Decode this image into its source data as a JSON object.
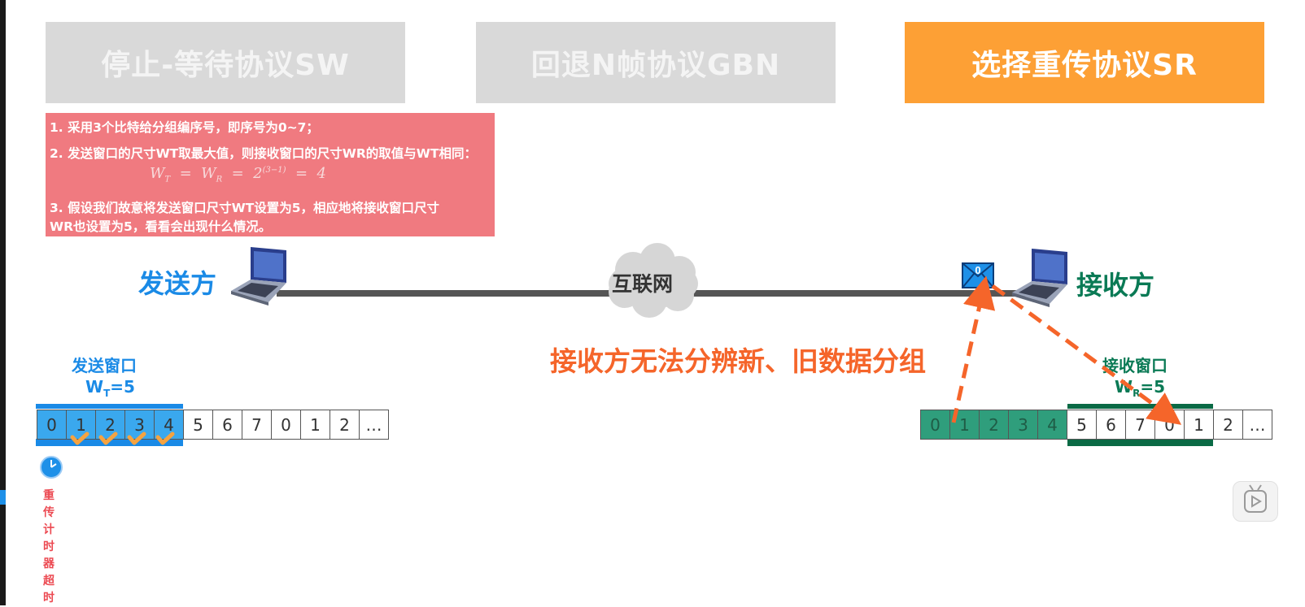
{
  "tabs": [
    {
      "label": "停止-等待协议SW",
      "state": "inactive"
    },
    {
      "label": "回退N帧协议GBN",
      "state": "inactive"
    },
    {
      "label": "选择重传协议SR",
      "state": "active"
    }
  ],
  "notes": {
    "line1": "1. 采用3个比特给分组编序号，即序号为0~7；",
    "line2": "2. 发送窗口的尺寸WT取最大值，则接收窗口的尺寸WR的取值与WT相同：",
    "formula_lhs": "W",
    "formula_t": "T",
    "formula_r": "R",
    "formula_base": "2",
    "formula_exp": "(3−1)",
    "formula_result": "4",
    "line3a": "3. 假设我们故意将发送窗口尺寸WT设置为5，相应地将接收窗口尺寸",
    "line3b": "WR也设置为5，看看会出现什么情况。"
  },
  "network": {
    "sender": "发送方",
    "receiver": "接收方",
    "internet": "互联网",
    "packet_label": "0"
  },
  "send_window": {
    "title": "发送窗口",
    "size_main": "W",
    "size_sub": "T",
    "size_val": "=5",
    "cells": [
      "0",
      "1",
      "2",
      "3",
      "4",
      "5",
      "6",
      "7",
      "0",
      "1",
      "2",
      "…"
    ],
    "sent_count": 5,
    "acked": [
      1,
      2,
      3,
      4
    ]
  },
  "recv_window": {
    "title": "接收窗口",
    "size_main": "W",
    "size_sub": "R",
    "size_val": "=5",
    "cells": [
      "0",
      "1",
      "2",
      "3",
      "4",
      "5",
      "6",
      "7",
      "0",
      "1",
      "2",
      "…"
    ],
    "received_count": 5
  },
  "alert": "接收方无法分辨新、旧数据分组",
  "timer": {
    "text": "重传计时器超时"
  },
  "colors": {
    "active_tab": "#fda035",
    "inactive_tab": "#d9d9d9",
    "note_bg": "#f07a80",
    "sender_blue": "#1a8ae6",
    "receiver_green": "#0a7a55",
    "alert_orange": "#f5652a"
  }
}
